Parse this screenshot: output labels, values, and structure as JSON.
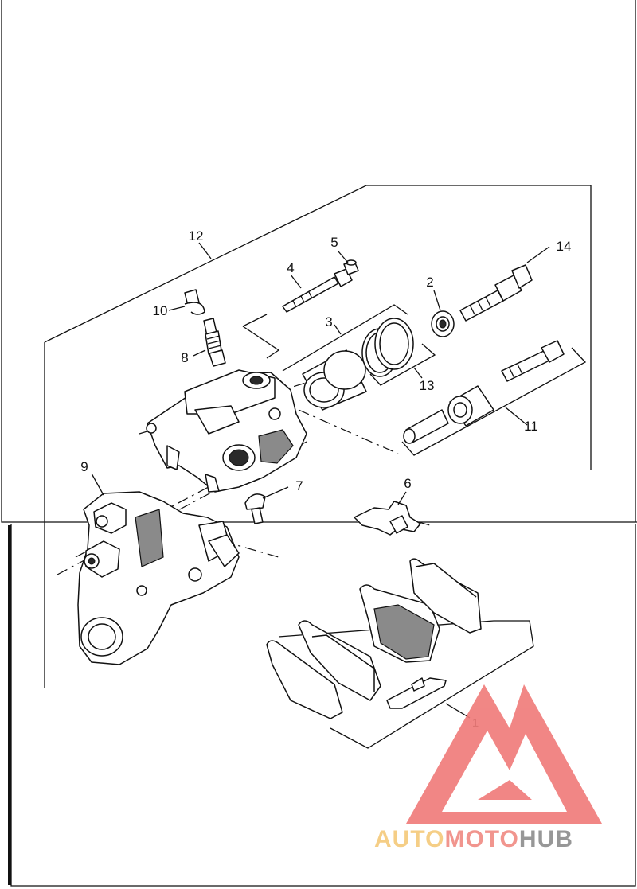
{
  "diagram": {
    "callouts": [
      {
        "id": "1",
        "label": "1"
      },
      {
        "id": "2",
        "label": "2"
      },
      {
        "id": "3",
        "label": "3"
      },
      {
        "id": "4",
        "label": "4"
      },
      {
        "id": "5",
        "label": "5"
      },
      {
        "id": "6",
        "label": "6"
      },
      {
        "id": "7",
        "label": "7"
      },
      {
        "id": "8",
        "label": "8"
      },
      {
        "id": "9",
        "label": "9"
      },
      {
        "id": "10",
        "label": "10"
      },
      {
        "id": "11",
        "label": "11"
      },
      {
        "id": "12",
        "label": "12"
      },
      {
        "id": "13",
        "label": "13"
      },
      {
        "id": "14",
        "label": "14"
      }
    ]
  },
  "watermark": {
    "text_part1": "AUTO",
    "text_part2": "MOTO",
    "text_part3": "HUB",
    "color_part1": "#f5c97a",
    "color_part2": "#f08a82",
    "color_part3": "#8c8c8c",
    "triangle_color": "#f07a78"
  }
}
